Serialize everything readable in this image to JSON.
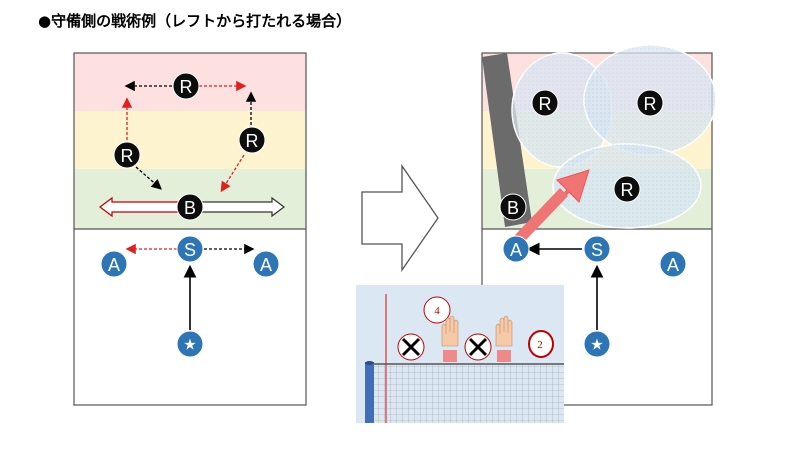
{
  "title": "●守備側の戦術例（レフトから打たれる場合）",
  "colors": {
    "zone_back": "#fde1e1",
    "zone_mid": "#fdf3cf",
    "zone_front": "#e4efd9",
    "player_dark": "#0d0d0d",
    "player_blue": "#2e75b6",
    "arrow_red": "#e02020",
    "inset_bg": "#dbe7f3",
    "block_zone": "#d8e6f2",
    "attack_arrow": "#f07474"
  },
  "left_court": {
    "players": [
      {
        "id": "r-top",
        "label": "R"
      },
      {
        "id": "r-left",
        "label": "R"
      },
      {
        "id": "r-right",
        "label": "R"
      },
      {
        "id": "b",
        "label": "B"
      },
      {
        "id": "s",
        "label": "S"
      },
      {
        "id": "a-left",
        "label": "A"
      },
      {
        "id": "a-right",
        "label": "A"
      },
      {
        "id": "star",
        "label": "★"
      }
    ]
  },
  "right_court": {
    "players": [
      {
        "id": "r1",
        "label": "R"
      },
      {
        "id": "r2",
        "label": "R"
      },
      {
        "id": "r3",
        "label": "R"
      },
      {
        "id": "b",
        "label": "B"
      },
      {
        "id": "a-left",
        "label": "A"
      },
      {
        "id": "s",
        "label": "S"
      },
      {
        "id": "a-right",
        "label": "A"
      },
      {
        "id": "star",
        "label": "★"
      }
    ]
  },
  "inset": {
    "numbers": [
      "4",
      "2"
    ],
    "icons": [
      "x-mark-icon",
      "x-mark-icon",
      "raised-hands-icon",
      "raised-hands-icon"
    ]
  }
}
